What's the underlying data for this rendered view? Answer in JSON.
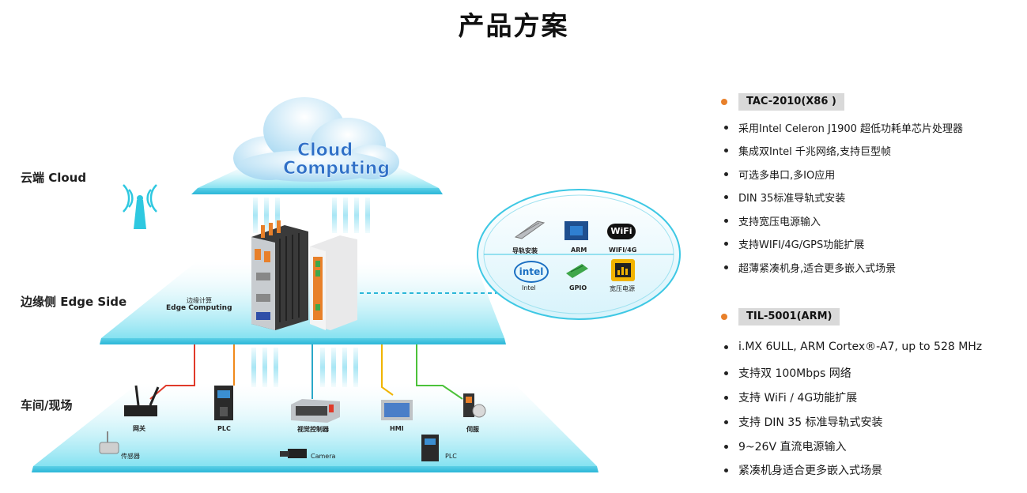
{
  "title": "产品方案",
  "layers": {
    "cloud": "云端 Cloud",
    "edge": "边缘侧 Edge Side",
    "field": "车间/现场"
  },
  "cloud_text": [
    "Cloud",
    "Computing"
  ],
  "edge_computing": {
    "cn": "边缘计算",
    "en": "Edge Computing"
  },
  "features": [
    {
      "label": "导轨安装",
      "icon": "din-rail-icon"
    },
    {
      "label": "ARM",
      "icon": "arm-chip-icon"
    },
    {
      "label": "WIFI/4G",
      "icon": "wifi-logo-icon",
      "logo": "WiFi"
    },
    {
      "label": "Intel",
      "icon": "intel-logo-icon",
      "logo": "intel"
    },
    {
      "label": "GPIO",
      "icon": "gpio-board-icon"
    },
    {
      "label": "宽压电源",
      "icon": "power-supply-icon"
    }
  ],
  "field_devices": [
    {
      "label": "网关",
      "icon": "gateway-router-icon"
    },
    {
      "label": "PLC",
      "icon": "plc-icon"
    },
    {
      "label": "视觉控制器",
      "icon": "vision-controller-icon"
    },
    {
      "label": "HMI",
      "icon": "hmi-panel-icon"
    },
    {
      "label": "伺服",
      "icon": "servo-drive-icon"
    },
    {
      "label": "传感器",
      "icon": "sensor-icon"
    },
    {
      "label": "Camera",
      "icon": "camera-icon"
    },
    {
      "label": "PLC",
      "icon": "plc-icon"
    }
  ],
  "colors": {
    "accent": "#e8802a",
    "platform": "#8fe6f2",
    "wire_red": "#e03a2a",
    "wire_orange": "#f08a1c",
    "wire_blue": "#2aa8c8",
    "wire_yellow": "#f0b400",
    "wire_green": "#4cc23a"
  },
  "products": [
    {
      "name": "TAC-2010(X86 )",
      "specs": [
        "采用Intel Celeron J1900 超低功耗单芯片处理器",
        "集成双Intel 千兆网络,支持巨型帧",
        "可选多串口,多IO应用",
        "DIN 35标准导轨式安装",
        "支持宽压电源输入",
        "支持WIFI/4G/GPS功能扩展",
        "超薄紧凑机身,适合更多嵌入式场景"
      ]
    },
    {
      "name": "TIL-5001(ARM)",
      "specs": [
        "i.MX 6ULL, ARM Cortex®-A7, up to 528 MHz",
        "支持双 100Mbps 网络",
        "支持 WiFi / 4G功能扩展",
        "支持 DIN 35 标准导轨式安装",
        "9~26V 直流电源输入",
        "紧凑机身适合更多嵌入式场景"
      ]
    }
  ]
}
